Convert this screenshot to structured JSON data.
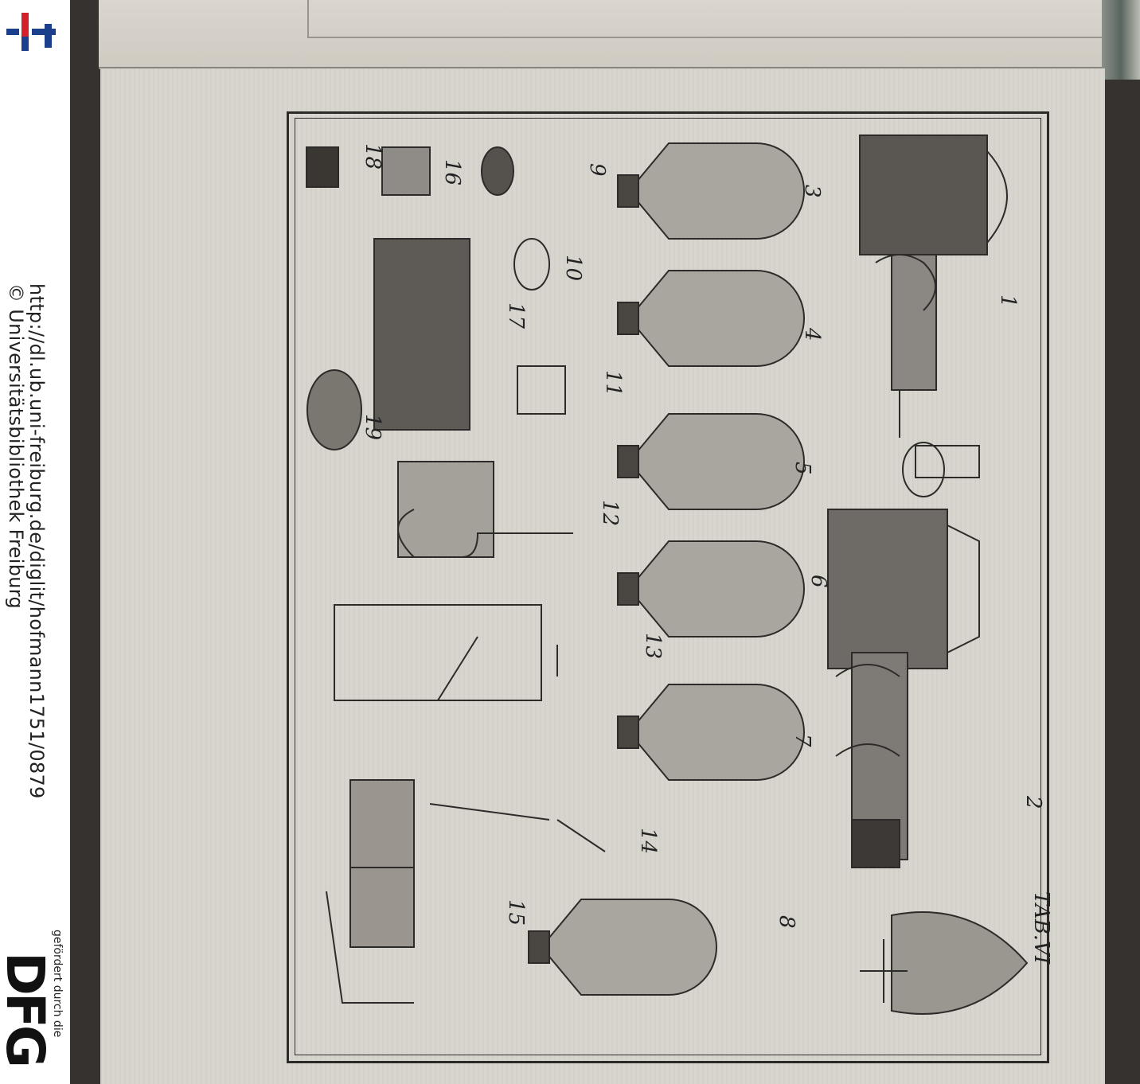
{
  "viewer": {
    "url": "http://dl.ub.uni-freiburg.de/diglit/hofmann1751/0879",
    "copyright": "© Universitätsbibliothek Freiburg",
    "funding_note": "gefördert durch die",
    "funder_logo": "DFG"
  },
  "plate": {
    "title": "TAB.VI",
    "figure_numbers": [
      "1",
      "2",
      "3",
      "4",
      "5",
      "6",
      "7",
      "8",
      "9",
      "10",
      "11",
      "12",
      "13",
      "14",
      "15",
      "16",
      "17",
      "18",
      "19"
    ],
    "colors": {
      "ink": "#2d2b29",
      "paper": "#d8d5cf"
    }
  }
}
